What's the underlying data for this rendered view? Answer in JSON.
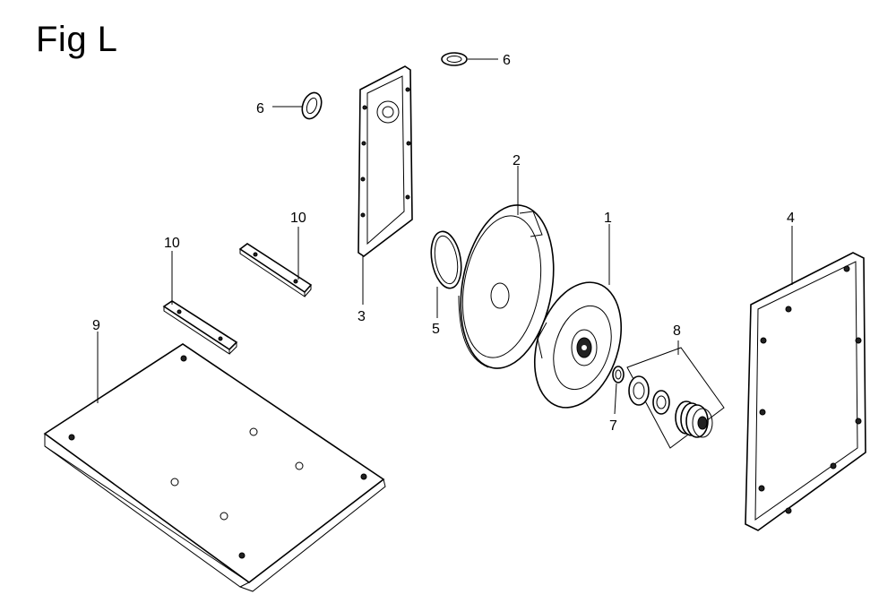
{
  "title": "Fig L",
  "callouts": {
    "c1": "1",
    "c2": "2",
    "c3": "3",
    "c4": "4",
    "c5": "5",
    "c6a": "6",
    "c6b": "6",
    "c7": "7",
    "c8": "8",
    "c9": "9",
    "c10a": "10",
    "c10b": "10"
  }
}
